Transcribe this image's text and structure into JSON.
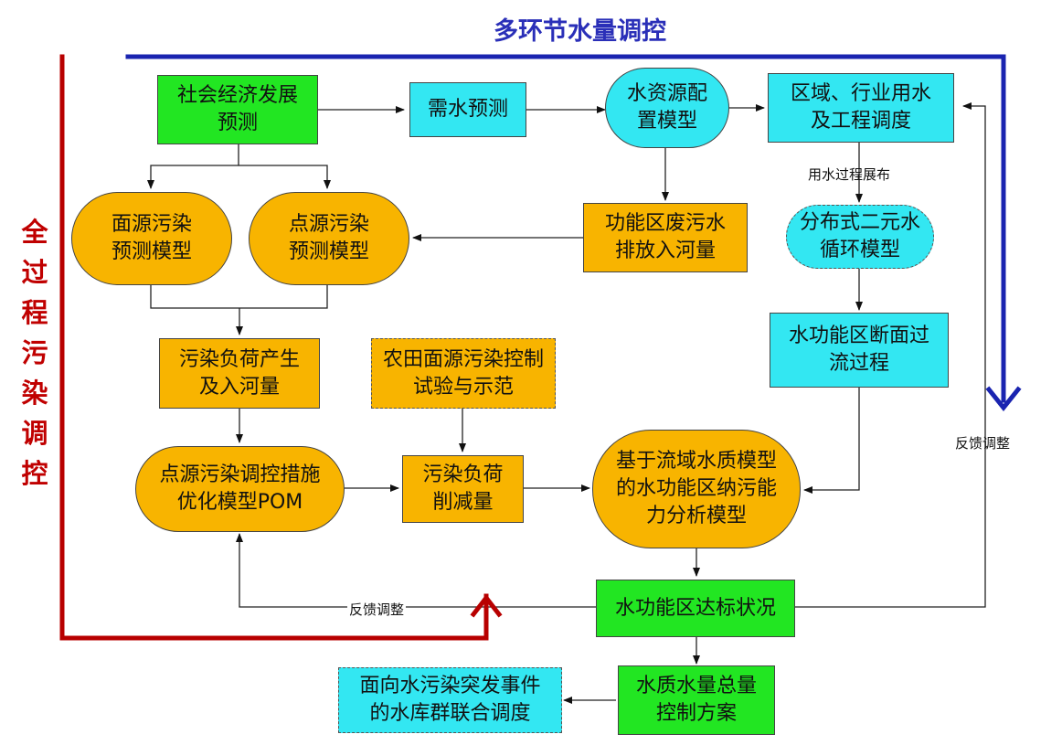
{
  "title_top": "多环节水量调控",
  "title_left": "全\n过\n程\n污\n染\n调\n控",
  "colors": {
    "green": "#22e622",
    "cyan": "#33e7f2",
    "gold": "#f8b400",
    "blue_loop": "#1a24b0",
    "red_loop": "#b80000"
  },
  "nodes": {
    "socio": "社会经济发展\n预测",
    "demand": "需水预测",
    "allocation": "水资源配\n置模型",
    "dispatch": "区域、行业用水\n及工程调度",
    "nonpoint": "面源污染\n预测模型",
    "point": "点源污染\n预测模型",
    "wastewater": "功能区废污水\n排放入河量",
    "dual_cycle": "分布式二元水\n循环模型",
    "pollution_load": "污染负荷产生\n及入河量",
    "farmland": "农田面源污染控制\n试验与示范",
    "section_flow": "水功能区断面过\n流过程",
    "pom": "点源污染调控措施\n优化模型POM",
    "reduction": "污染负荷\n削减量",
    "capacity": "基于流域水质模型\n的水功能区纳污能\n力分析模型",
    "compliance": "水功能区达标状况",
    "total_control": "水质水量总量\n控制方案",
    "emergency": "面向水污染突发事件\n的水库群联合调度"
  },
  "labels": {
    "water_use_process": "用水过程展布",
    "feedback_right": "反馈调整",
    "feedback_bottom": "反馈调整"
  }
}
